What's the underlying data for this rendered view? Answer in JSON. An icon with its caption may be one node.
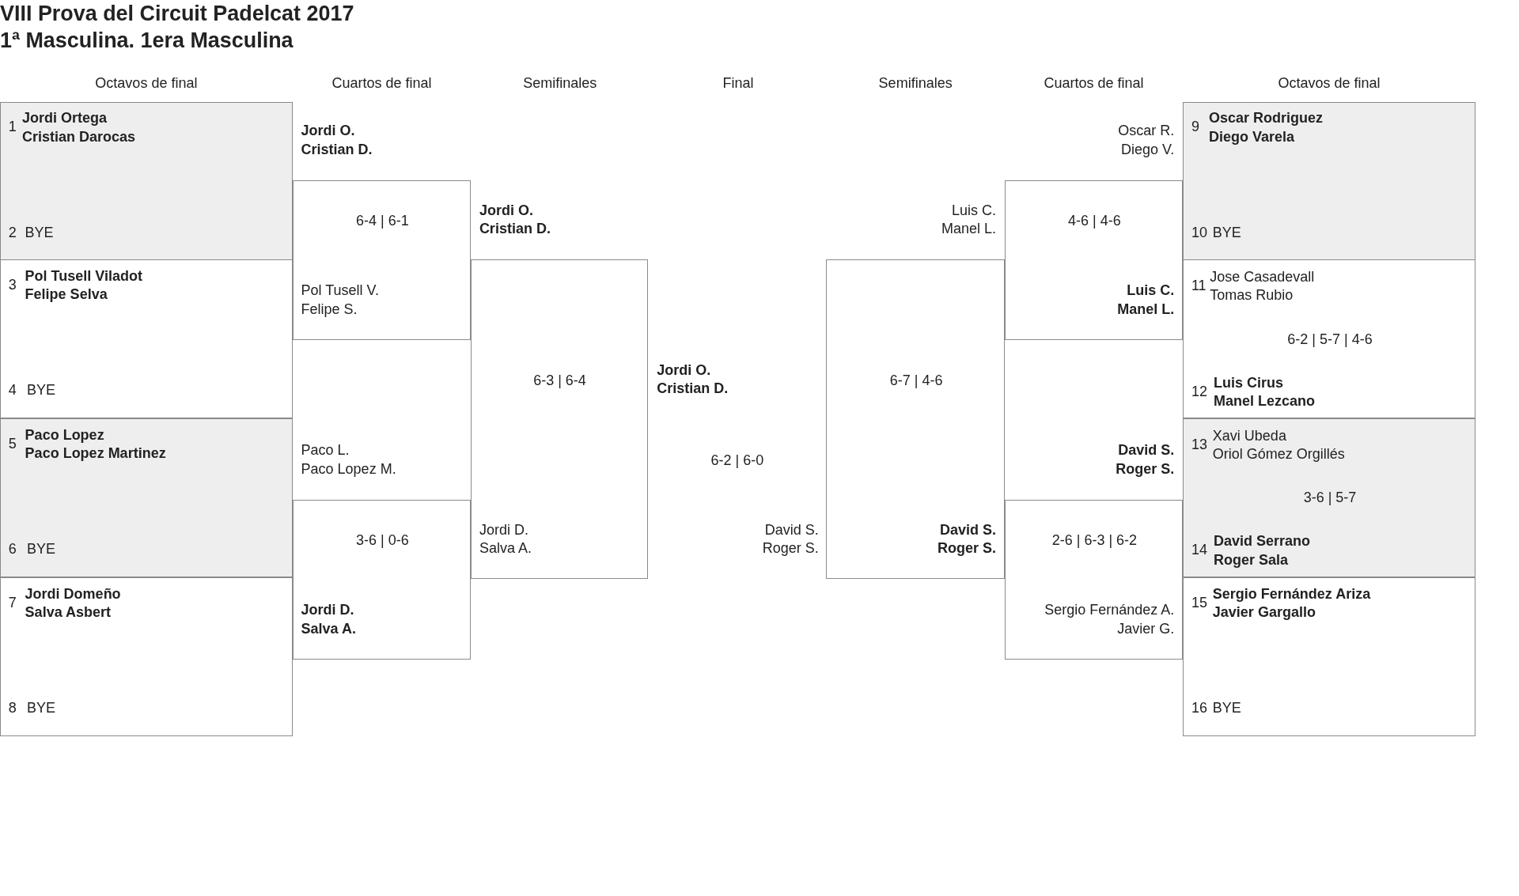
{
  "diagram": {
    "title": "VIII Prova del Circuit Padelcat 2017",
    "nodes": [
      {
        "text": [
          "1",
          "Jordi Ortega",
          "Cristian Darocas",
          "2",
          "BYE"
        ]
      },
      {
        "text": [
          "3",
          "Pol Tusell Viladot",
          "Felipe Selva",
          "4",
          "BYE"
        ]
      },
      {
        "text": [
          "5",
          "Paco Lopez",
          "Paco Lopez Martinez",
          "6",
          "BYE"
        ]
      },
      {
        "text": [
          "7",
          "Jordi Domeño",
          "Salva Asbert",
          "8",
          "BYE"
        ]
      },
      {
        "text": [
          "Jordi O.",
          "Cristian D.",
          "6-4 | 6-1",
          "Pol Tusell V.",
          "Felipe S."
        ]
      },
      {
        "text": [
          "Paco L.",
          "Paco Lopez M.",
          "3-6 | 0-6",
          "Jordi D.",
          "Salva A."
        ]
      },
      {
        "text": [
          "Jordi O.",
          "Cristian D.",
          "6-3 | 6-4",
          "Jordi D.",
          "Salva A."
        ]
      },
      {
        "text": [
          "Jordi O.",
          "Cristian D.",
          "6-2 | 6-0",
          "David S.",
          "Roger S."
        ]
      },
      {
        "text": [
          "Luis C.",
          "Manel L.",
          "6-7 | 4-6",
          "David S.",
          "Roger S."
        ]
      },
      {
        "text": [
          "Oscar R.",
          "Diego V.",
          "4-6 | 4-6",
          "Luis C.",
          "Manel L."
        ]
      },
      {
        "text": [
          "David S.",
          "Roger S.",
          "2-6 | 6-3 | 6-2",
          "Sergio Fernández A.",
          "Javier G."
        ]
      },
      {
        "text": [
          "9",
          "Oscar Rodriguez",
          "Diego Varela",
          "10",
          "BYE"
        ]
      },
      {
        "text": [
          "11",
          "Jose Casadevall",
          "Tomas Rubio",
          "6-2 | 5-7 | 4-6",
          "12",
          "Luis Cirus",
          "Manel Lezcano"
        ]
      },
      {
        "text": [
          "13",
          "Xavi Ubeda",
          "Oriol Gómez Orgillés",
          "3-6 | 5-7",
          "14",
          "David Serrano",
          "Roger Sala"
        ]
      },
      {
        "text": [
          "15",
          "Sergio Fernández Ariza",
          "Javier Gargallo",
          "16",
          "BYE"
        ]
      }
    ],
    "labels": [
      "1ª Masculina. 1era Masculina",
      "Octavos de final",
      "Cuartos de final",
      "Semifinales",
      "Final",
      "Semifinales",
      "Cuartos de final",
      "Octavos de final"
    ]
  }
}
